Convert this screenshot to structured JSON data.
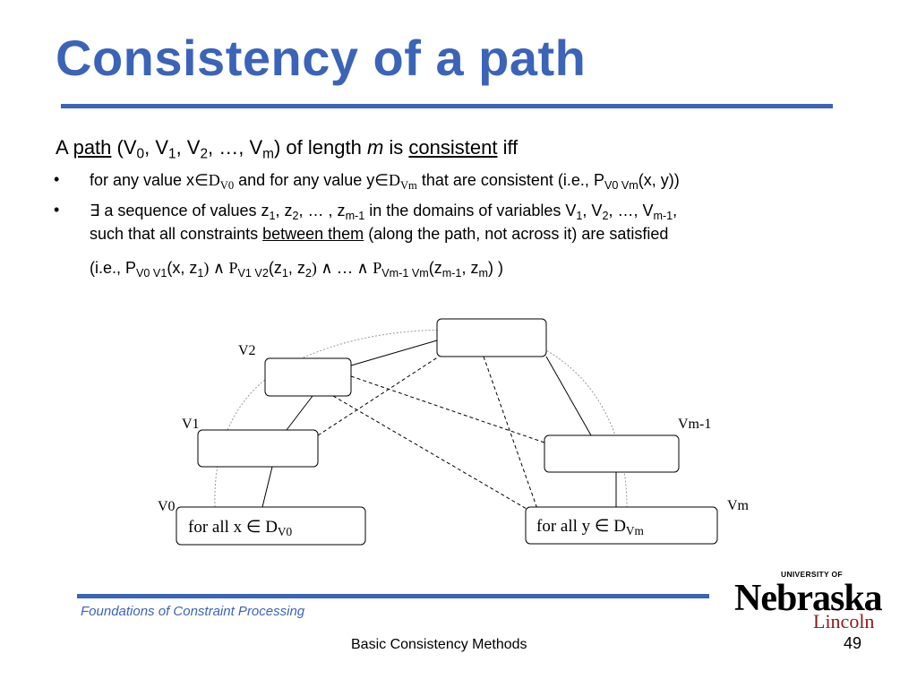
{
  "slide": {
    "title": "Consistency of a path",
    "intro": {
      "a": "A ",
      "path_word": "path",
      "v0": "(V",
      "sub0": "0",
      "v1": ", V",
      "sub1": "1",
      "v2": ", V",
      "sub2": "2",
      "vm": ", …, V",
      "subm": "m",
      "rest": ") of length ",
      "m": "m",
      "is": " is ",
      "consistent": "consistent",
      "iff": " iff"
    },
    "bullet_symbol": "•",
    "bullet1": {
      "t1": "for any value  x",
      "in1": "∈",
      "d1": "D",
      "d1sub": "V0",
      "t2": " and for any value y",
      "in2": "∈",
      "d2": "D",
      "d2sub": "Vm",
      "t3": " that are consistent (i.e., P",
      "psub": "V0 Vm",
      "t4": "(x, y))"
    },
    "bullet2": {
      "exists": "∃",
      "t1": " a sequence of values z",
      "s1": "1",
      "t2": ", z",
      "s2": "2",
      "t3": ", … , z",
      "s3": "m-1",
      "t4": " in the domains of variables V",
      "s4": "1",
      "t5": ", V",
      "s5": "2",
      "t6": ", …, V",
      "s6": "m-1",
      "t7": ",",
      "l2a": "such that all constraints ",
      "l2u": "between them",
      "l2b": " (along the path, not across it) are satisfied",
      "l3a": " (i.e., P",
      "l3s1": "V0 V1",
      "l3b": "(x, z",
      "l3s2": "1",
      "l3c": ") ∧ P",
      "l3s3": "V1 V2",
      "l3d": "(z",
      "l3s4": "1",
      "l3e": ", z",
      "l3s5": "2",
      "l3f": ") ∧ … ∧ P",
      "l3s6": "Vm-1 Vm",
      "l3g": "(z",
      "l3s7": "m-1",
      "l3h": ", z",
      "l3s8": "m",
      "l3i": ") )"
    }
  },
  "diagram": {
    "labels": {
      "v0": "V0",
      "v1": "V1",
      "v2": "V2",
      "vm1": "Vm-1",
      "vm": "Vm"
    },
    "box_v0": {
      "t": "for all x ∈ D",
      "sub": "V0"
    },
    "box_vm": {
      "t": "for all y ∈ D",
      "sub": "Vm"
    }
  },
  "footer": {
    "course": "Foundations of Constraint Processing",
    "section": "Basic Consistency Methods",
    "page": "49"
  },
  "logo": {
    "university": "UNIVERSITY OF",
    "name": "Nebraska",
    "city": "Lincoln",
    "accent_color": "#8b1c1c"
  },
  "colors": {
    "accent": "#3b64b8"
  }
}
